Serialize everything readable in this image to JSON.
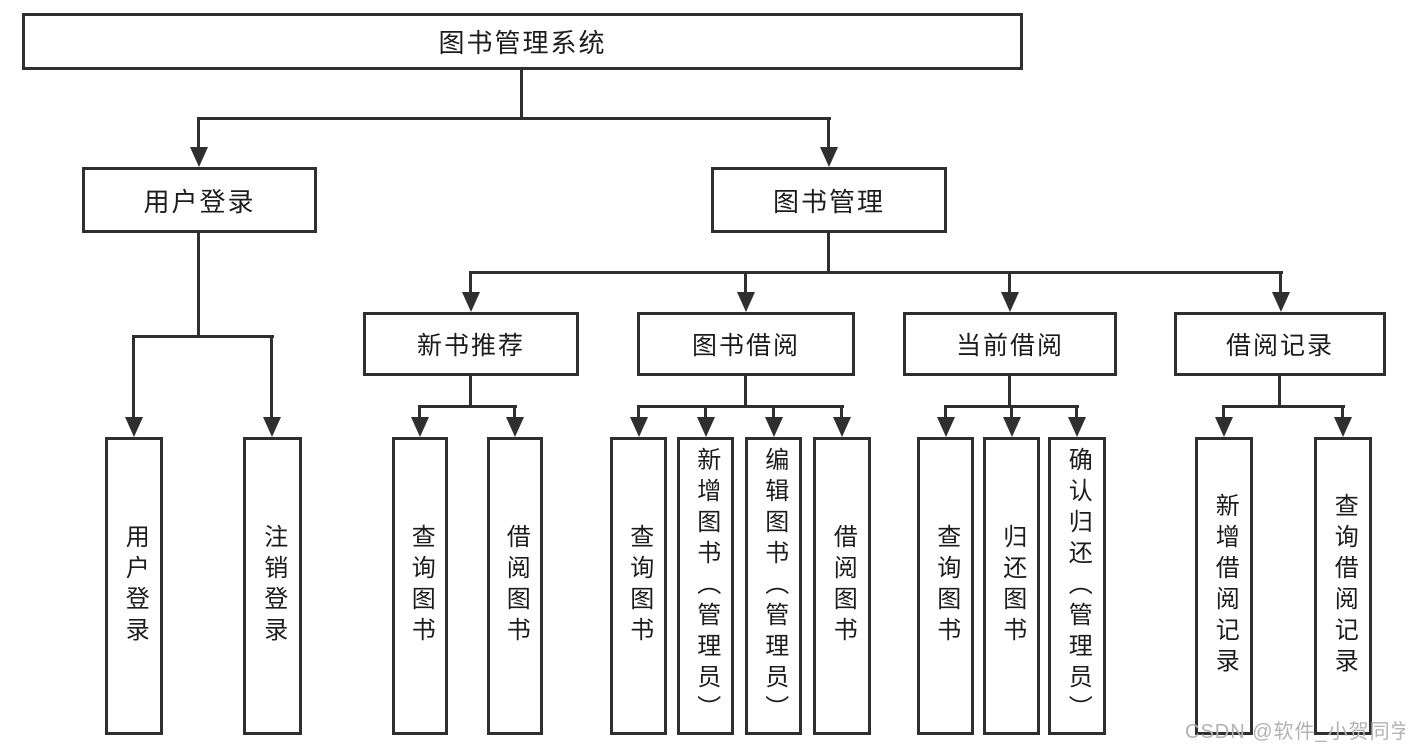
{
  "tree": {
    "label": "图书管理系统",
    "children": [
      {
        "label": "用户登录",
        "children": [
          {
            "label": "用户登录"
          },
          {
            "label": "注销登录"
          }
        ]
      },
      {
        "label": "图书管理",
        "children": [
          {
            "label": "新书推荐",
            "children": [
              {
                "label": "查询图书"
              },
              {
                "label": "借阅图书"
              }
            ]
          },
          {
            "label": "图书借阅",
            "children": [
              {
                "label": "查询图书"
              },
              {
                "label": "新增图书（管理员）"
              },
              {
                "label": "编辑图书（管理员）"
              },
              {
                "label": "借阅图书"
              }
            ]
          },
          {
            "label": "当前借阅",
            "children": [
              {
                "label": "查询图书"
              },
              {
                "label": "归还图书"
              },
              {
                "label": "确认归还（管理员）"
              }
            ]
          },
          {
            "label": "借阅记录",
            "children": [
              {
                "label": "新增借阅记录"
              },
              {
                "label": "查询借阅记录"
              }
            ]
          }
        ]
      }
    ]
  },
  "watermark": "CSDN @软件_小贺同学",
  "colors": {
    "line": "#2f2f2f",
    "text": "#1c1c1c",
    "watermark": "#b3b3b3",
    "background": "#ffffff"
  }
}
